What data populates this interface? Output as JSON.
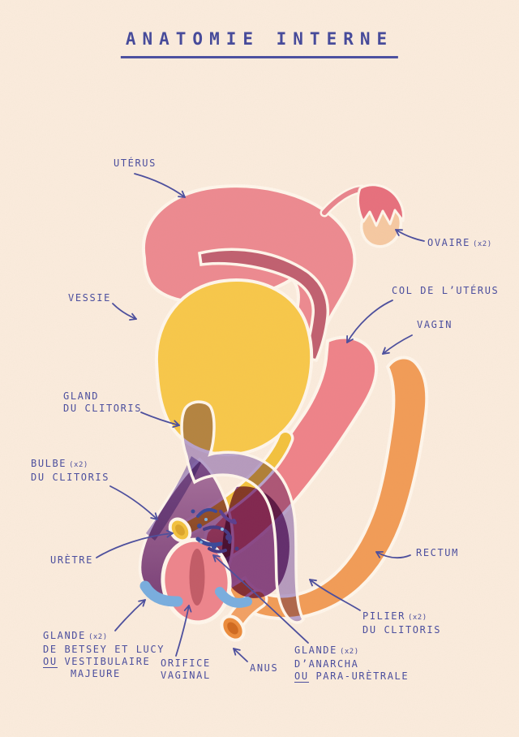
{
  "title": "ANATOMIE INTERNE",
  "labels": {
    "uterus": "UTÉRUS",
    "ovaire": "OVAIRE",
    "ovaire_count": "(x2)",
    "vessie": "VESSIE",
    "col": "COL DE L’UTÉRUS",
    "vagin": "VAGIN",
    "gland_l1": "GLAND",
    "gland_l2": "DU CLITORIS",
    "bulbe_l1": "BULBE",
    "bulbe_count": "(x2)",
    "bulbe_l2": "DU CLITORIS",
    "uretre": "URÈTRE",
    "rectum": "RECTUM",
    "pilier_l1": "PILIER",
    "pilier_count": "(x2)",
    "pilier_l2": "DU CLITORIS",
    "betsey_l1": "GLANDE",
    "betsey_count": "(x2)",
    "betsey_l2": "DE BETSEY ET LUCY",
    "betsey_l3a": "OU",
    "betsey_l3b": "VESTIBULAIRE",
    "betsey_l4": "MAJEURE",
    "orifice_l1": "ORIFICE",
    "orifice_l2": "VAGINAL",
    "anus": "ANUS",
    "anarcha_l1": "GLANDE",
    "anarcha_count": "(x2)",
    "anarcha_l2": "D’ANARCHA",
    "anarcha_l3a": "OU",
    "anarcha_l3b": "PARA-URÈTRALE"
  },
  "colors": {
    "background": "#FBECDD",
    "ink": "#4C4F9E",
    "outline": "#FFF6EB",
    "uterus": "#ED8A90",
    "uterus_inner": "#C16070",
    "cervix_tip": "#F2A7AB",
    "ovary": "#F6C9A2",
    "fimbria": "#E7707D",
    "bladder": "#F8C84A",
    "urethra": "#F3C23E",
    "vagina": "#EF8389",
    "rectum": "#F29C57",
    "anus": "#EC8C3C",
    "clitoris": "#B9A8DB",
    "bulb_dark": "#8A4B92",
    "orifice": "#EE858C",
    "orifice_slit": "#C35C67",
    "vestibular_gland": "#79AEDF",
    "paraurethral_gland": "#3A499A"
  }
}
